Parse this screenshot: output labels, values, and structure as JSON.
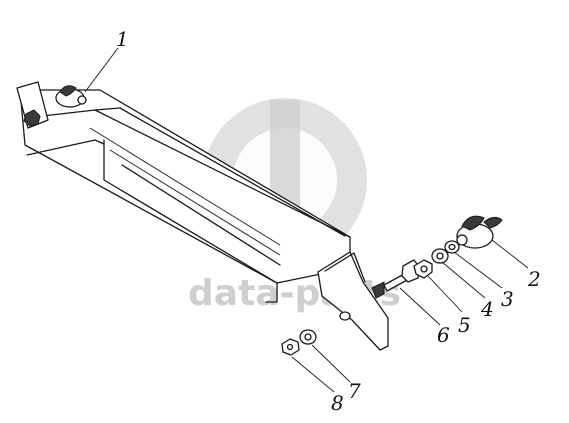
{
  "watermark": {
    "text": "data-parts"
  },
  "callouts": [
    {
      "id": "callout-1",
      "label": "1"
    },
    {
      "id": "callout-2",
      "label": "2"
    },
    {
      "id": "callout-3",
      "label": "3"
    },
    {
      "id": "callout-4",
      "label": "4"
    },
    {
      "id": "callout-5",
      "label": "5"
    },
    {
      "id": "callout-6",
      "label": "6"
    },
    {
      "id": "callout-7",
      "label": "7"
    },
    {
      "id": "callout-8",
      "label": "8"
    }
  ],
  "colors": {
    "line": "#1a1a1a",
    "watermark": "#c9c9c9",
    "background": "#ffffff"
  }
}
